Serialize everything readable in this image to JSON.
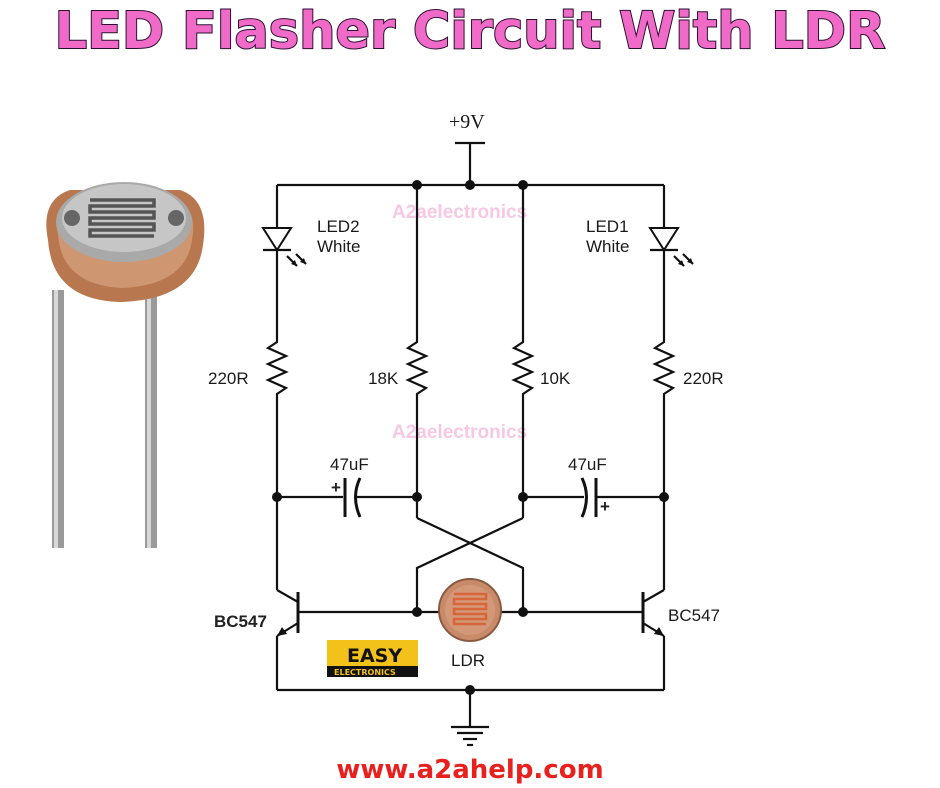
{
  "title": "LED Flasher Circuit With LDR",
  "url": "www.a2ahelp.com",
  "supply": "+9V",
  "watermark": "A2aelectronics",
  "labels": {
    "led2_name": "LED2",
    "led2_color": "White",
    "led1_name": "LED1",
    "led1_color": "White",
    "r_left": "220R",
    "r_18k": "18K",
    "r_10k": "10K",
    "r_right": "220R",
    "cap_left": "47uF",
    "cap_right": "47uF",
    "cap_plus": "+",
    "q_left": "BC547",
    "q_right": "BC547",
    "ldr": "LDR"
  },
  "logo": {
    "top": "EASY",
    "bottom": "ELECTRONICS"
  },
  "colors": {
    "title_fill": "#f06ac8",
    "url": "#e8201e",
    "watermark": "#f7c8e4",
    "ldr_body": "#c98a6a",
    "ldr_track": "#d9663a",
    "logo_bg": "#f2c21a"
  }
}
